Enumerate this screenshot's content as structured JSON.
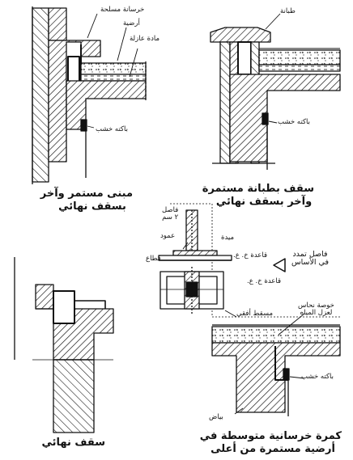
{
  "detail_top_left": {
    "labels": {
      "reinforced_concrete": "خرسانة مسلحة",
      "flooring": "أرضية",
      "insulation": "مادة عازلة",
      "wood_trim": "باكته خشب"
    },
    "caption": [
      "مبنى مستمر وآخر",
      "بسقف نهائي"
    ]
  },
  "detail_top_right": {
    "labels": {
      "coping": "طبانة",
      "wood_trim": "باكته خشب"
    },
    "caption": [
      "سقف بطبانة مستمرة",
      "وآخر بسقف نهائي"
    ]
  },
  "detail_center": {
    "labels": {
      "gap_2cm": [
        "فاصل",
        "٢ سم"
      ],
      "column": "عمود",
      "beam": "ميدة",
      "section": "قطاع",
      "footing_1": "قاعدة خ. ع.",
      "footing_2": "قاعدة خ. ع.",
      "plan": "مسقط أفقي",
      "expansion_joint": [
        "فاصل تمدد",
        "في الأساس"
      ]
    }
  },
  "detail_bottom_left": {
    "caption": [
      "سقف نهائي"
    ]
  },
  "detail_bottom_right": {
    "labels": {
      "copper_strip": [
        "خوصة نحاس",
        "لعزل المياه"
      ],
      "wood_trim": "باكته خشب",
      "plaster": "بياض"
    },
    "caption": [
      "كمرة خرسانية متوسطة في",
      "أرضية مستمرة من أعلى"
    ]
  },
  "colors": {
    "ink": "#111111",
    "paper": "#ffffff"
  }
}
